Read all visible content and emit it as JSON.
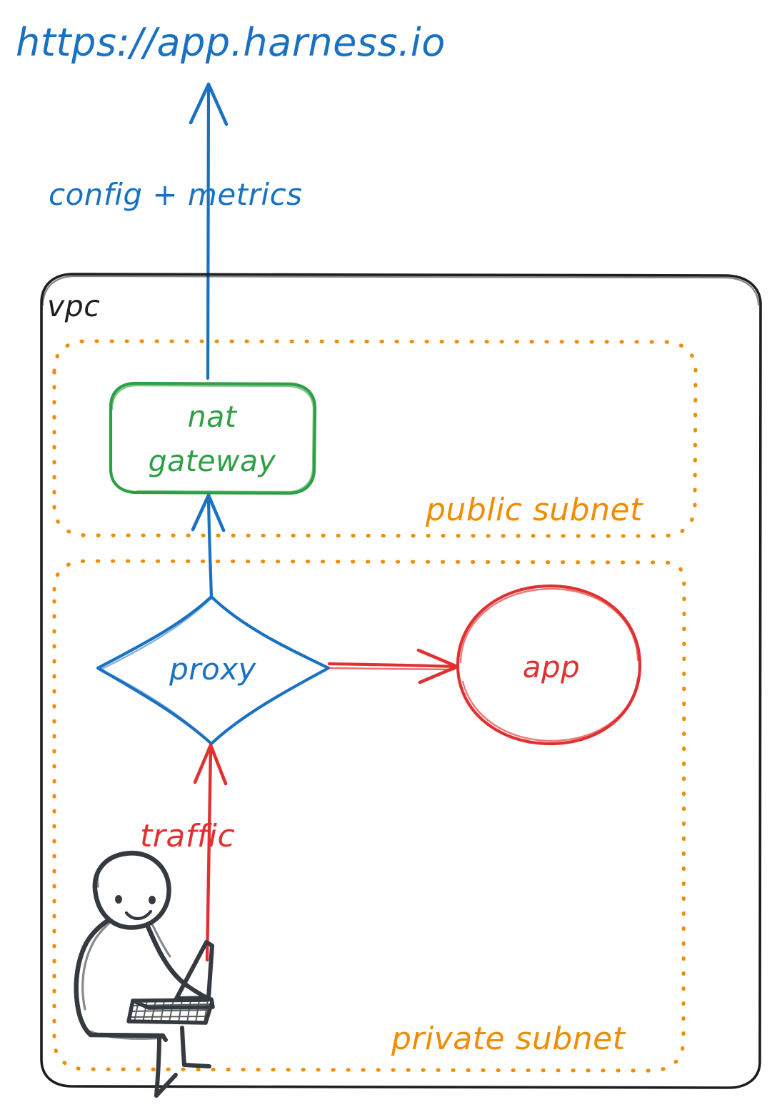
{
  "diagram": {
    "title": "Harness Delegate / Proxy VPC architecture (hand-drawn)",
    "style": "excalidraw-handdrawn",
    "colors": {
      "blue": "#1971c2",
      "green": "#2f9e44",
      "orange": "#f08c00",
      "red": "#e03131",
      "ink": "#343a40"
    },
    "background": "#ffffff"
  },
  "labels": {
    "endpoint_url": "https://app.harness.io",
    "config_metrics": "config + metrics",
    "vpc": "vpc",
    "public_subnet": "public subnet",
    "private_subnet": "private subnet",
    "traffic": "traffic"
  },
  "nodes": {
    "nat_gateway": {
      "label_line1": "nat",
      "label_line2": "gateway",
      "shape": "rounded-rectangle",
      "color": "#2f9e44"
    },
    "proxy": {
      "label": "proxy",
      "shape": "diamond",
      "color": "#1971c2"
    },
    "app": {
      "label": "app",
      "shape": "ellipse",
      "color": "#e03131"
    },
    "user": {
      "label": "",
      "shape": "stick-figure-with-laptop",
      "color": "#343a40"
    }
  },
  "containers": {
    "vpc": {
      "label": "vpc",
      "shape": "rounded-rectangle",
      "stroke": "solid",
      "color": "#1e1e1e"
    },
    "public_subnet": {
      "label": "public subnet",
      "shape": "rounded-rectangle",
      "stroke": "dotted",
      "color": "#f08c00"
    },
    "private_subnet": {
      "label": "private subnet",
      "shape": "rounded-rectangle",
      "stroke": "dotted",
      "color": "#f08c00"
    }
  },
  "edges": [
    {
      "id": "nat-to-endpoint",
      "from": "nat gateway",
      "to": "https://app.harness.io",
      "label": "config + metrics",
      "color": "#1971c2",
      "arrowhead": "end"
    },
    {
      "id": "proxy-to-nat",
      "from": "proxy",
      "to": "nat gateway",
      "label": "",
      "color": "#1971c2",
      "arrowhead": "end"
    },
    {
      "id": "proxy-to-app",
      "from": "proxy",
      "to": "app",
      "label": "",
      "color": "#e03131",
      "arrowhead": "end"
    },
    {
      "id": "user-to-proxy",
      "from": "user",
      "to": "proxy",
      "label": "traffic",
      "color": "#e03131",
      "arrowhead": "end"
    }
  ]
}
